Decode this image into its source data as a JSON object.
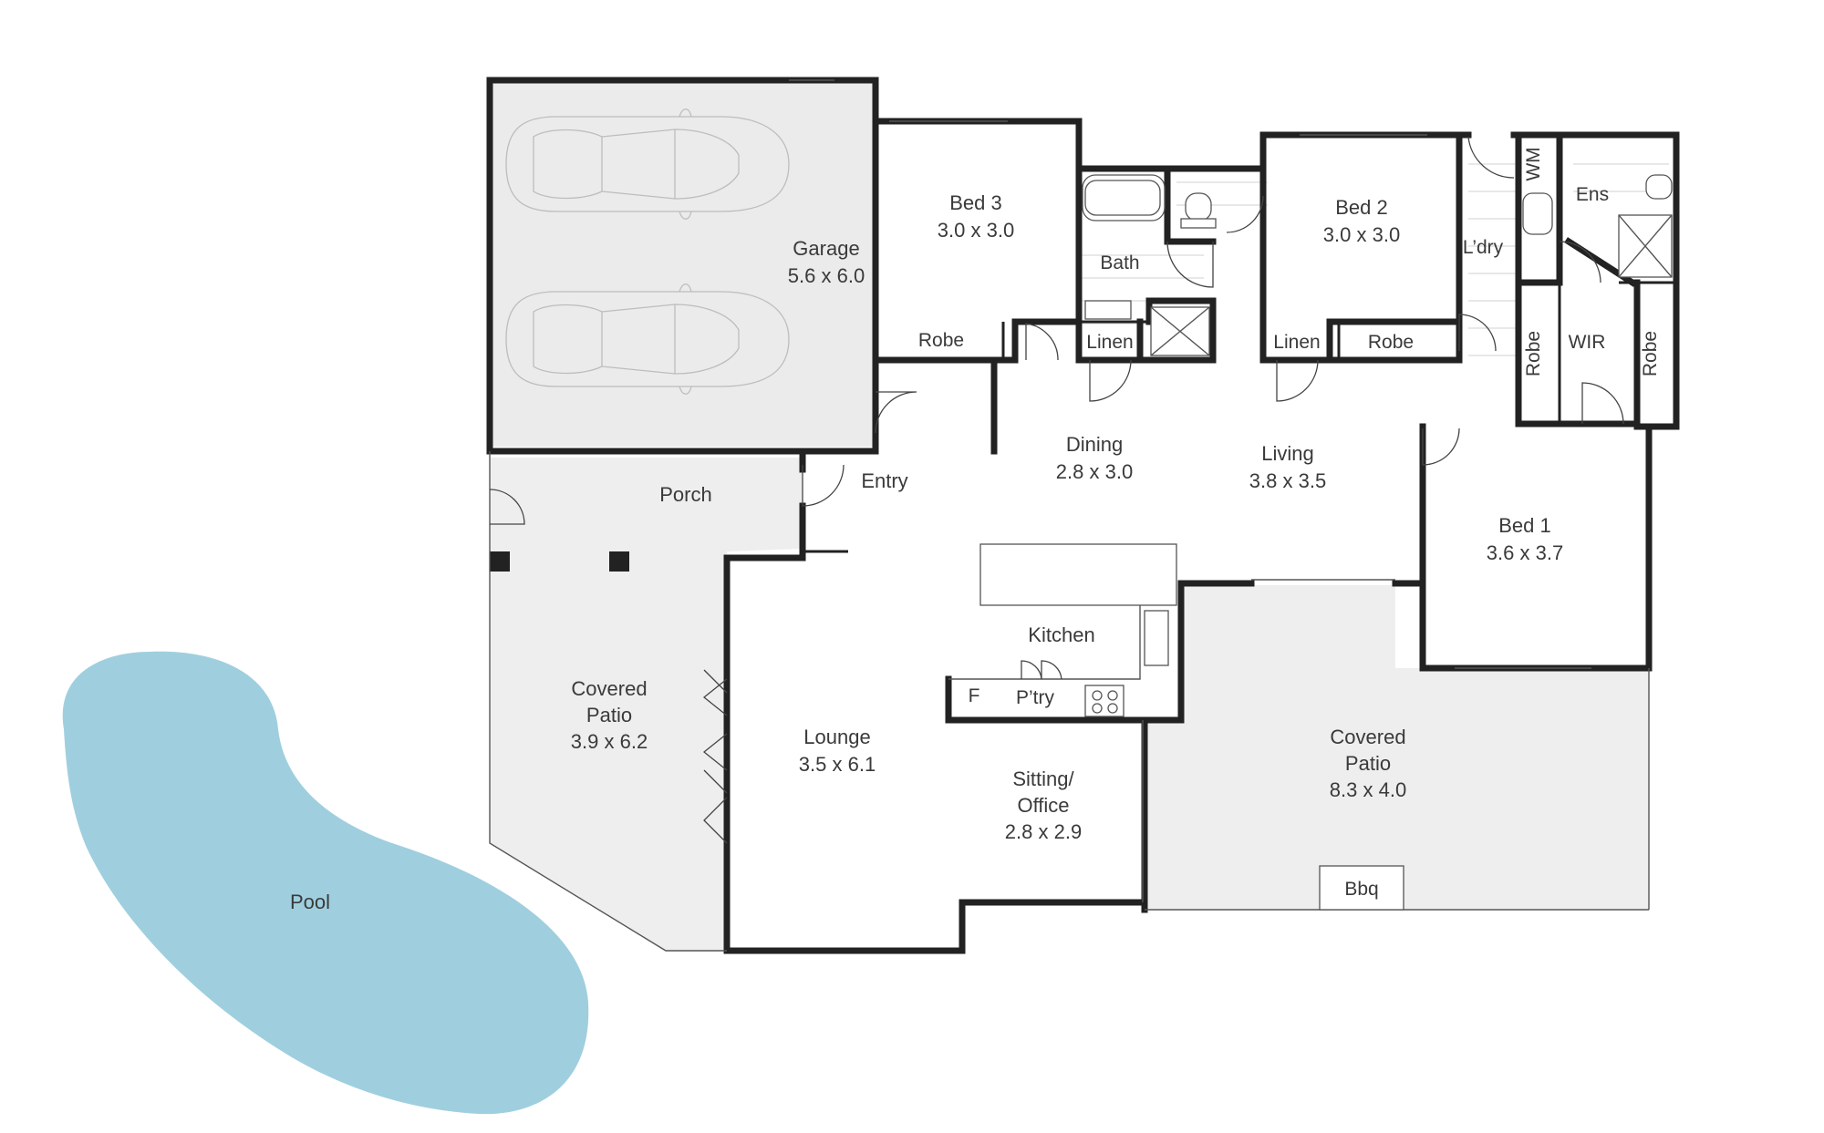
{
  "colors": {
    "wall": "#222222",
    "outdoor_floor": "#eeeeee",
    "garage_floor": "#ebebeb",
    "pool": "#9fcfde",
    "text": "#3a3a3a"
  },
  "rooms": {
    "garage": {
      "name": "Garage",
      "size": "5.6 x 6.0"
    },
    "bed3": {
      "name": "Bed 3",
      "size": "3.0 x 3.0"
    },
    "bath": {
      "name": "Bath"
    },
    "bed2": {
      "name": "Bed 2",
      "size": "3.0 x 3.0"
    },
    "ldry": {
      "name": "L’dry"
    },
    "wm": {
      "name": "WM"
    },
    "ens": {
      "name": "Ens"
    },
    "robe_bed3": {
      "name": "Robe"
    },
    "linen_bath": {
      "name": "Linen"
    },
    "linen_bed2": {
      "name": "Linen"
    },
    "robe_bed2": {
      "name": "Robe"
    },
    "robe_wir_left": {
      "name": "Robe"
    },
    "wir": {
      "name": "WIR"
    },
    "robe_wir_right": {
      "name": "Robe"
    },
    "porch": {
      "name": "Porch"
    },
    "entry": {
      "name": "Entry"
    },
    "dining": {
      "name": "Dining",
      "size": "2.8 x 3.0"
    },
    "living": {
      "name": "Living",
      "size": "3.8 x 3.5"
    },
    "bed1": {
      "name": "Bed 1",
      "size": "3.6 x 3.7"
    },
    "kitchen": {
      "name": "Kitchen"
    },
    "fridge": {
      "name": "F"
    },
    "pantry": {
      "name": "P’try"
    },
    "covered_patio_left": {
      "line1": "Covered",
      "line2": "Patio",
      "size": "3.9 x 6.2"
    },
    "lounge": {
      "name": "Lounge",
      "size": "3.5 x 6.1"
    },
    "sitting": {
      "line1": "Sitting/",
      "line2": "Office",
      "size": "2.8 x 2.9"
    },
    "covered_patio_right": {
      "line1": "Covered",
      "line2": "Patio",
      "size": "8.3 x 4.0"
    },
    "bbq": {
      "name": "Bbq"
    },
    "pool": {
      "name": "Pool"
    }
  }
}
